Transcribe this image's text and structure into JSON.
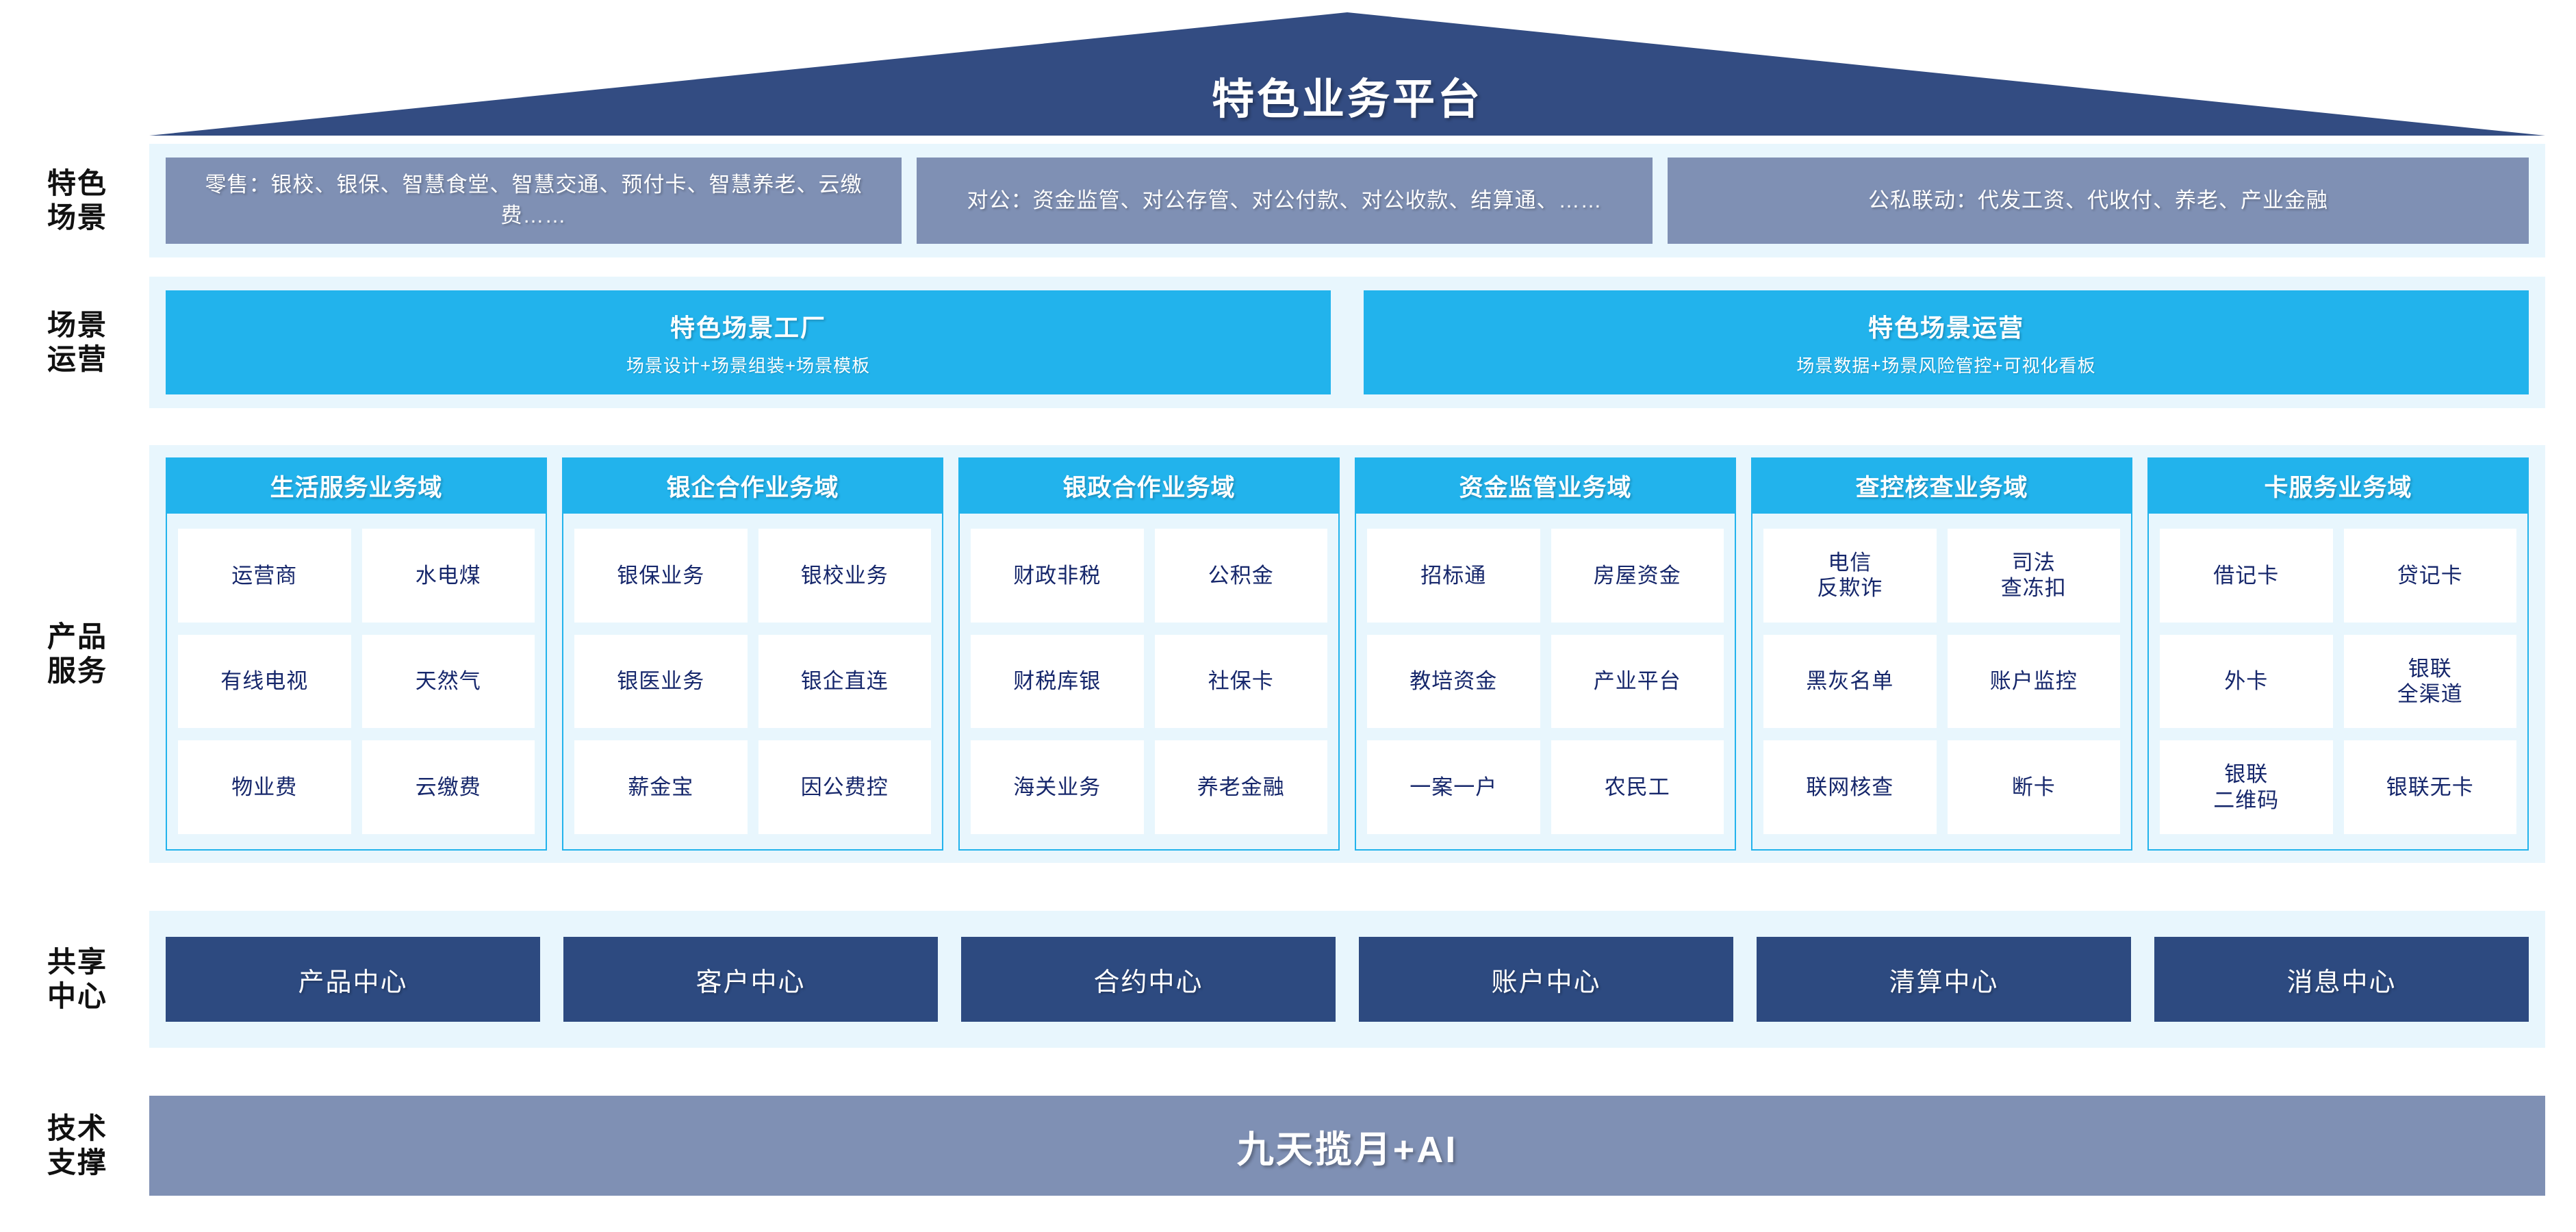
{
  "header": {
    "title": "特色业务平台",
    "roof_color": "#334c82"
  },
  "rows": {
    "scenarios_label": "特色\n场景",
    "operations_label": "场景\n运营",
    "products_label": "产品\n服务",
    "centers_label": "共享\n中心",
    "tech_label": "技术\n支撑"
  },
  "scenarios": [
    {
      "text": "零售：银校、银保、智慧食堂、智慧交通、预付卡、智慧养老、云缴费……"
    },
    {
      "text": "对公：资金监管、对公存管、对公付款、对公收款、结算通、……"
    },
    {
      "text": "公私联动：代发工资、代收付、养老、产业金融"
    }
  ],
  "operations": [
    {
      "title": "特色场景工厂",
      "subtitle": "场景设计+场景组装+场景模板"
    },
    {
      "title": "特色场景运营",
      "subtitle": "场景数据+场景风险管控+可视化看板"
    }
  ],
  "domains": [
    {
      "title": "生活服务业务域",
      "items": [
        "运营商",
        "水电煤",
        "有线电视",
        "天然气",
        "物业费",
        "云缴费"
      ]
    },
    {
      "title": "银企合作业务域",
      "items": [
        "银保业务",
        "银校业务",
        "银医业务",
        "银企直连",
        "薪金宝",
        "因公费控"
      ]
    },
    {
      "title": "银政合作业务域",
      "items": [
        "财政非税",
        "公积金",
        "财税库银",
        "社保卡",
        "海关业务",
        "养老金融"
      ]
    },
    {
      "title": "资金监管业务域",
      "items": [
        "招标通",
        "房屋资金",
        "教培资金",
        "产业平台",
        "一案一户",
        "农民工"
      ]
    },
    {
      "title": "查控核查业务域",
      "items": [
        "电信\n反欺诈",
        "司法\n查冻扣",
        "黑灰名单",
        "账户监控",
        "联网核查",
        "断卡"
      ]
    },
    {
      "title": "卡服务业务域",
      "items": [
        "借记卡",
        "贷记卡",
        "外卡",
        "银联\n全渠道",
        "银联\n二维码",
        "银联无卡"
      ]
    }
  ],
  "centers": [
    {
      "label": "产品中心"
    },
    {
      "label": "客户中心"
    },
    {
      "label": "合约中心"
    },
    {
      "label": "账户中心"
    },
    {
      "label": "清算中心"
    },
    {
      "label": "消息中心"
    }
  ],
  "tech": {
    "label": "九天揽月+AI"
  },
  "colors": {
    "accent_cyan": "#22b3ec",
    "band_bg": "#e8f6fd",
    "navy": "#2d4a80",
    "slate": "#7f90b4",
    "text_navy": "#16276b"
  }
}
